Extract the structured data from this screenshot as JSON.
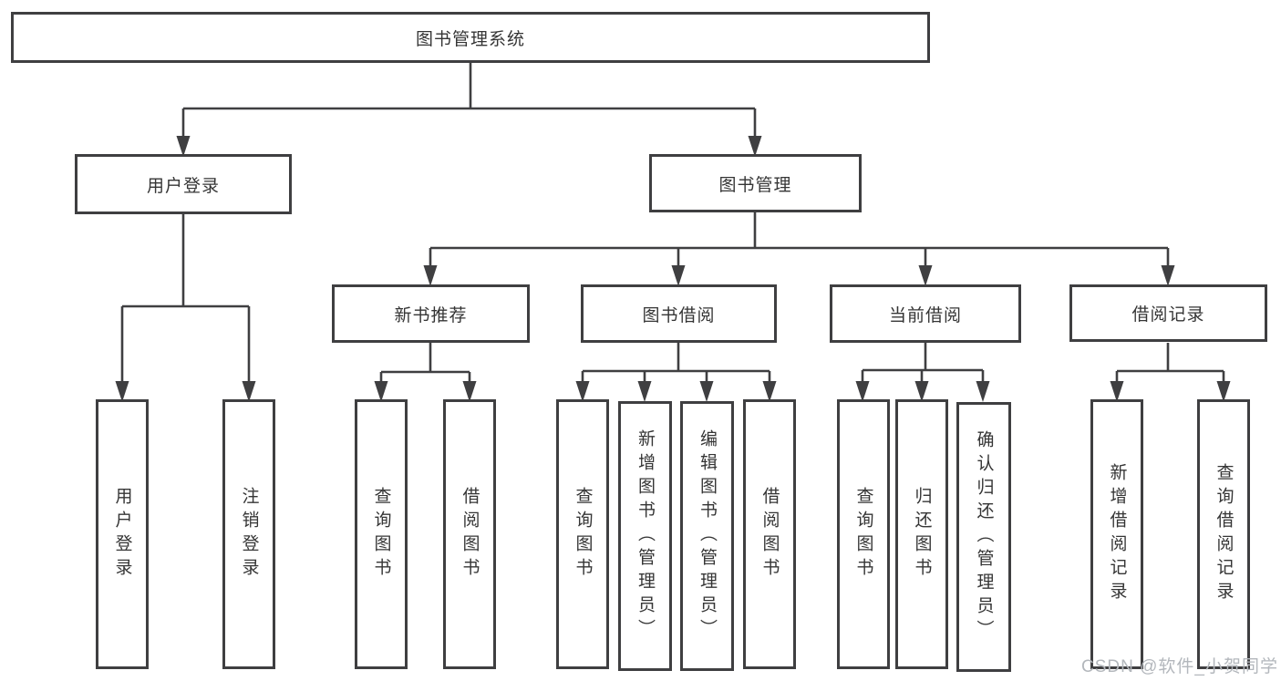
{
  "diagram": {
    "type": "tree",
    "root": "图书管理系统",
    "level2": {
      "user_login": "用户登录",
      "book_management": "图书管理"
    },
    "level3": {
      "new_book": "新书推荐",
      "book_borrow": "图书借阅",
      "current_borrow": "当前借阅",
      "borrow_records": "借阅记录"
    },
    "leaves": {
      "user_login": [
        "用户登录",
        "注销登录"
      ],
      "new_book": [
        "查询图书",
        "借阅图书"
      ],
      "book_borrow": [
        "查询图书",
        "新增图书（管理员）",
        "编辑图书（管理员）",
        "借阅图书"
      ],
      "current_borrow": [
        "查询图书",
        "归还图书",
        "确认归还（管理员）"
      ],
      "borrow_records": [
        "新增借阅记录",
        "查询借阅记录"
      ]
    }
  },
  "watermark": "CSDN @软件_小贺同学",
  "colors": {
    "line": "#3f3f41",
    "text": "#353535",
    "background": "#ffffff",
    "watermark": "#b3b7bc"
  }
}
